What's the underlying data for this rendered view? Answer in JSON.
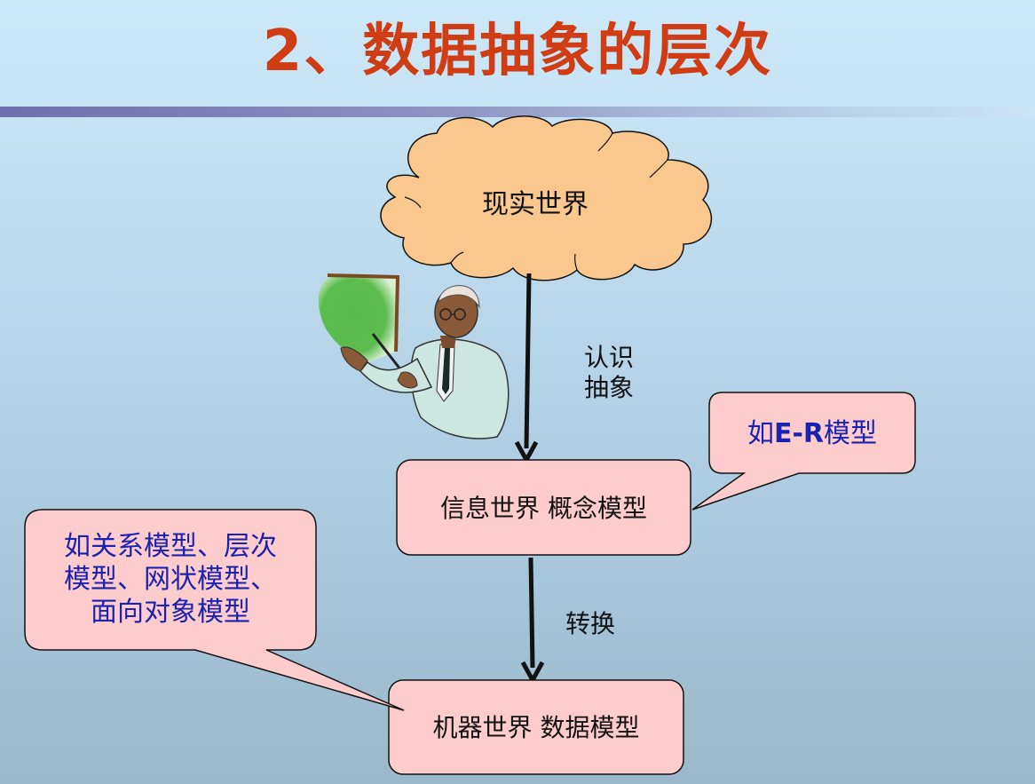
{
  "slide": {
    "title": "2、数据抽象的层次"
  },
  "diagram": {
    "cloud_label": "现实世界",
    "arrow1_label_line1": "认识",
    "arrow1_label_line2": "抽象",
    "box1_label": "信息世界 概念模型",
    "arrow2_label": "转换",
    "box2_label": "机器世界 数据模型",
    "callout_right": {
      "prefix": "如",
      "bold": "E-R",
      "suffix": "模型"
    },
    "callout_left": {
      "line1": "如关系模型、层次",
      "line2": "模型、网状模型、",
      "line3": "面向对象模型"
    }
  },
  "colors": {
    "title": "#d03c14",
    "cloud_fill": "#fac88e",
    "box_fill": "#fecccc",
    "callout_text": "#1a22b0",
    "board_green": "#58b84c"
  }
}
